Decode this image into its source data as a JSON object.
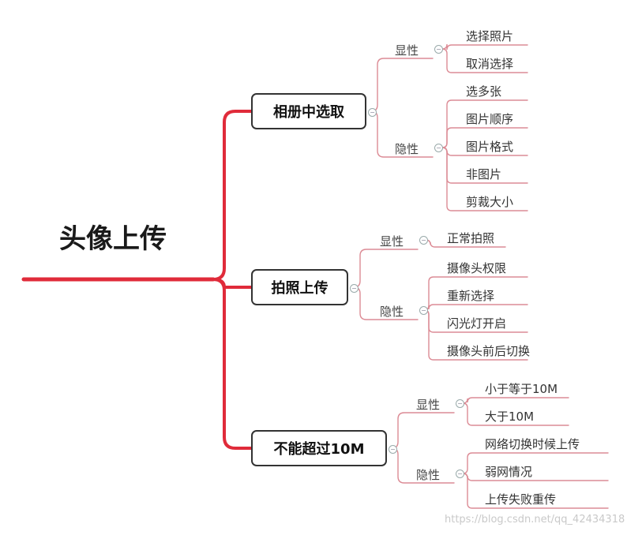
{
  "root": {
    "label": "头像上传"
  },
  "branches": [
    {
      "label": "相册中选取",
      "groups": [
        {
          "label": "显性",
          "items": [
            "选择照片",
            "取消选择"
          ]
        },
        {
          "label": "隐性",
          "items": [
            "选多张",
            "图片顺序",
            "图片格式",
            "非图片",
            "剪裁大小"
          ]
        }
      ]
    },
    {
      "label": "拍照上传",
      "groups": [
        {
          "label": "显性",
          "items": [
            "正常拍照"
          ]
        },
        {
          "label": "隐性",
          "items": [
            "摄像头权限",
            "重新选择",
            "闪光灯开启",
            "摄像头前后切换"
          ]
        }
      ]
    },
    {
      "label": "不能超过10M",
      "groups": [
        {
          "label": "显性",
          "items": [
            "小于等于10M",
            "大于10M"
          ]
        },
        {
          "label": "隐性",
          "items": [
            "网络切换时候上传",
            "弱网情况",
            "上传失败重传"
          ]
        }
      ]
    }
  ],
  "watermark": "https://blog.csdn.net/qq_42434318",
  "colors": {
    "trunk": "#e02b3a",
    "connector": "#dc8b95",
    "branch_border": "#333333"
  },
  "fold_icon": "minus-circle-icon"
}
